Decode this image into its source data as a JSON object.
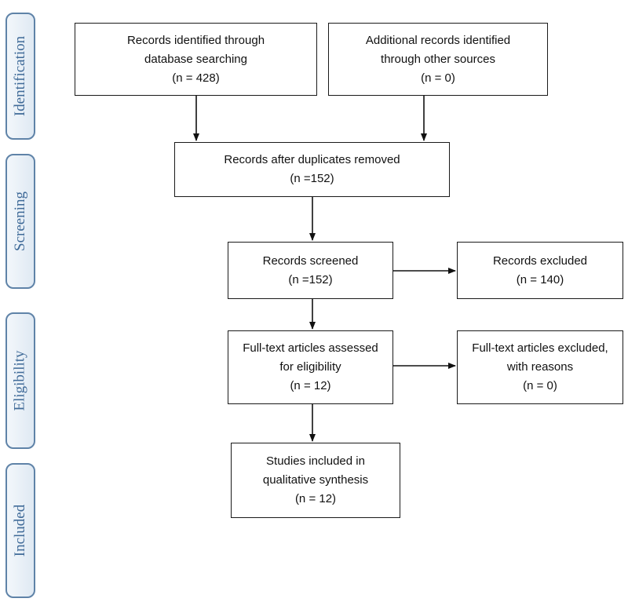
{
  "phases": [
    {
      "id": "identification",
      "label": "Identification"
    },
    {
      "id": "screening",
      "label": "Screening"
    },
    {
      "id": "eligibility",
      "label": "Eligibility"
    },
    {
      "id": "included",
      "label": "Included"
    }
  ],
  "boxes": {
    "database": {
      "line1": "Records identified through",
      "line2": "database searching",
      "line3": "(n = 428)"
    },
    "other": {
      "line1": "Additional records identified",
      "line2": "through other sources",
      "line3": "(n = 0)"
    },
    "duplicates": {
      "line1": "Records after duplicates removed",
      "line2": "(n =152)"
    },
    "screened": {
      "line1": "Records screened",
      "line2": "(n =152)"
    },
    "excluded": {
      "line1": "Records excluded",
      "line2": "(n = 140)"
    },
    "fulltext": {
      "line1": "Full-text articles assessed",
      "line2": "for eligibility",
      "line3": "(n = 12)"
    },
    "fulltext_excluded": {
      "line1": "Full-text articles excluded,",
      "line2": "with reasons",
      "line3": "(n = 0)"
    },
    "included": {
      "line1": "Studies included in",
      "line2": "qualitative synthesis",
      "line3": "(n = 12)"
    }
  },
  "colors": {
    "phase_border": "#5f83a8",
    "phase_text": "#3f6a98",
    "box_border": "#1a1a1a"
  }
}
